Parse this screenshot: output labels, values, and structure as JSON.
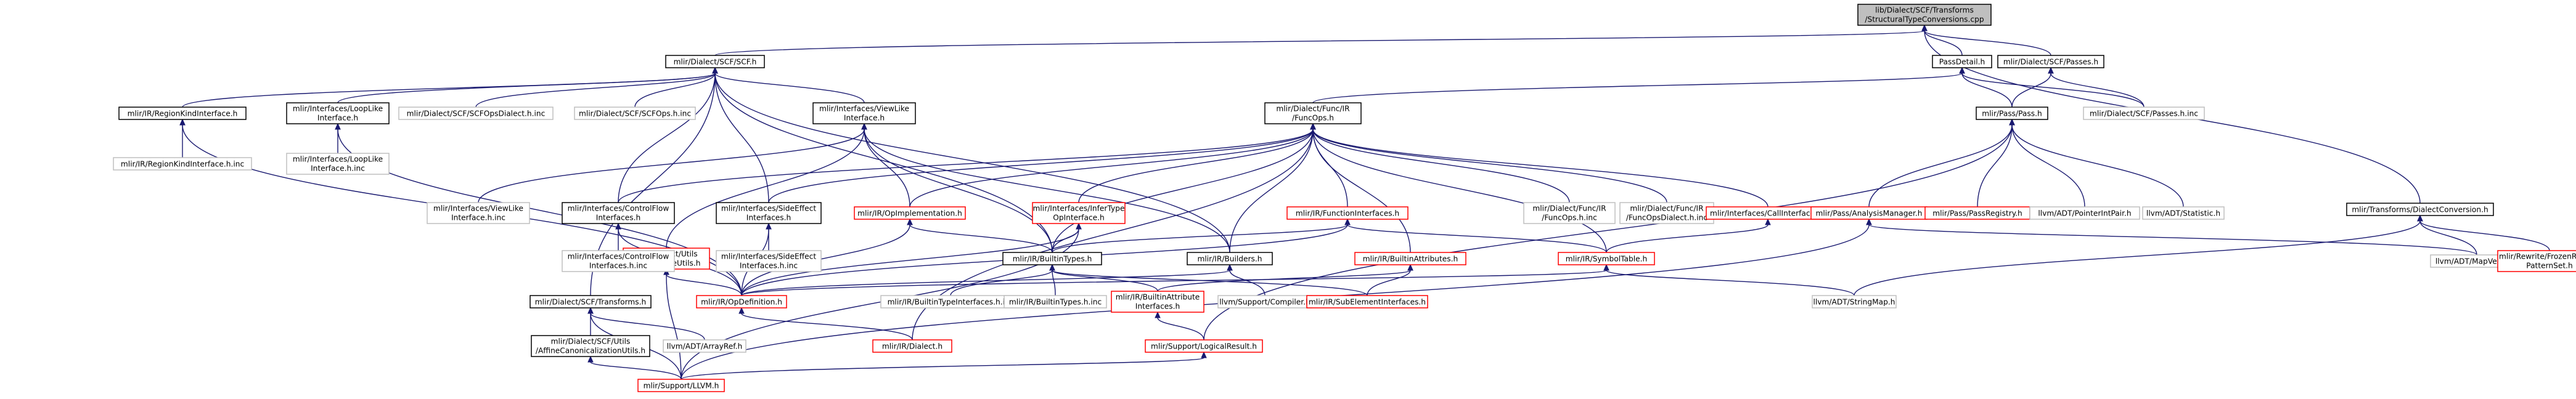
{
  "colors": {
    "edge": "#191970",
    "red_border": "#ff0000",
    "grey_border": "#bfbfbf",
    "root_fill": "#bfbfbf"
  },
  "nodes": [
    {
      "id": "root",
      "kind": "root",
      "lines": [
        "lib/Dialect/SCF/Transforms",
        "/StructuralTypeConversions.cpp"
      ]
    },
    {
      "id": "scf",
      "kind": "normal",
      "lines": [
        "mlir/Dialect/SCF/SCF.h"
      ]
    },
    {
      "id": "passdetail",
      "kind": "normal",
      "lines": [
        "PassDetail.h"
      ]
    },
    {
      "id": "scfpasses",
      "kind": "normal",
      "lines": [
        "mlir/Dialect/SCF/Passes.h"
      ]
    },
    {
      "id": "transformsdc",
      "kind": "normal",
      "lines": [
        "mlir/Transforms/DialectConversion.h"
      ]
    },
    {
      "id": "regionkind",
      "kind": "normal",
      "lines": [
        "mlir/IR/RegionKindInterface.h"
      ]
    },
    {
      "id": "looplike",
      "kind": "normal",
      "lines": [
        "mlir/Interfaces/LoopLike",
        "Interface.h"
      ]
    },
    {
      "id": "scfopsdialectinc",
      "kind": "grey",
      "lines": [
        "mlir/Dialect/SCF/SCFOpsDialect.h.inc"
      ]
    },
    {
      "id": "scfopsinc",
      "kind": "grey",
      "lines": [
        "mlir/Dialect/SCF/SCFOps.h.inc"
      ]
    },
    {
      "id": "viewlike",
      "kind": "normal",
      "lines": [
        "mlir/Interfaces/ViewLike",
        "Interface.h"
      ]
    },
    {
      "id": "funcops",
      "kind": "normal",
      "lines": [
        "mlir/Dialect/Func/IR",
        "/FuncOps.h"
      ]
    },
    {
      "id": "passpass",
      "kind": "normal",
      "lines": [
        "mlir/Pass/Pass.h"
      ]
    },
    {
      "id": "scfpassesinc",
      "kind": "grey",
      "lines": [
        "mlir/Dialect/SCF/Passes.h.inc"
      ]
    },
    {
      "id": "regionkindinc",
      "kind": "grey",
      "lines": [
        "mlir/IR/RegionKindInterface.h.inc"
      ]
    },
    {
      "id": "looplikeinc",
      "kind": "grey",
      "lines": [
        "mlir/Interfaces/LoopLike",
        "Interface.h.inc"
      ]
    },
    {
      "id": "staticvalue",
      "kind": "red",
      "lines": [
        "mlir/Dialect/Utils",
        "/StaticValueUtils.h"
      ]
    },
    {
      "id": "viewlikeinc",
      "kind": "grey",
      "lines": [
        "mlir/Interfaces/ViewLike",
        "Interface.h.inc"
      ]
    },
    {
      "id": "controlflow",
      "kind": "normal",
      "lines": [
        "mlir/Interfaces/ControlFlow",
        "Interfaces.h"
      ]
    },
    {
      "id": "sideeffect",
      "kind": "normal",
      "lines": [
        "mlir/Interfaces/SideEffect",
        "Interfaces.h"
      ]
    },
    {
      "id": "opimpl",
      "kind": "red",
      "lines": [
        "mlir/IR/OpImplementation.h"
      ]
    },
    {
      "id": "infertype",
      "kind": "red",
      "lines": [
        "mlir/Interfaces/InferType",
        "OpInterface.h"
      ]
    },
    {
      "id": "funcinterfaces",
      "kind": "red",
      "lines": [
        "mlir/IR/FunctionInterfaces.h"
      ]
    },
    {
      "id": "builtinattrs",
      "kind": "red",
      "lines": [
        "mlir/IR/BuiltinAttributes.h"
      ]
    },
    {
      "id": "funcopsinc",
      "kind": "grey",
      "lines": [
        "mlir/Dialect/Func/IR",
        "/FuncOps.h.inc"
      ]
    },
    {
      "id": "funcopsdialectinc",
      "kind": "grey",
      "lines": [
        "mlir/Dialect/Func/IR",
        "/FuncOpsDialect.h.inc"
      ]
    },
    {
      "id": "callinterfaces",
      "kind": "red",
      "lines": [
        "mlir/Interfaces/CallInterfaces.h"
      ]
    },
    {
      "id": "analysismgr",
      "kind": "red",
      "lines": [
        "mlir/Pass/AnalysisManager.h"
      ]
    },
    {
      "id": "passregistry",
      "kind": "red",
      "lines": [
        "mlir/Pass/PassRegistry.h"
      ]
    },
    {
      "id": "pointerintpair",
      "kind": "grey",
      "lines": [
        "llvm/ADT/PointerIntPair.h"
      ]
    },
    {
      "id": "statistic",
      "kind": "grey",
      "lines": [
        "llvm/ADT/Statistic.h"
      ]
    },
    {
      "id": "controlflowinc",
      "kind": "grey",
      "lines": [
        "mlir/Interfaces/ControlFlow",
        "Interfaces.h.inc"
      ]
    },
    {
      "id": "sideeffectinc",
      "kind": "grey",
      "lines": [
        "mlir/Interfaces/SideEffect",
        "Interfaces.h.inc"
      ]
    },
    {
      "id": "builtintypes",
      "kind": "normal",
      "lines": [
        "mlir/IR/BuiltinTypes.h"
      ]
    },
    {
      "id": "builders",
      "kind": "normal",
      "lines": [
        "mlir/IR/Builders.h"
      ]
    },
    {
      "id": "symboltable",
      "kind": "red",
      "lines": [
        "mlir/IR/SymbolTable.h"
      ]
    },
    {
      "id": "mapvector",
      "kind": "grey",
      "lines": [
        "llvm/ADT/MapVector.h"
      ]
    },
    {
      "id": "frozenrewrite",
      "kind": "red",
      "lines": [
        "mlir/Rewrite/FrozenRewrite",
        "PatternSet.h"
      ]
    },
    {
      "id": "scftransforms",
      "kind": "normal",
      "lines": [
        "mlir/Dialect/SCF/Transforms.h"
      ]
    },
    {
      "id": "opdefinition",
      "kind": "red",
      "lines": [
        "mlir/IR/OpDefinition.h"
      ]
    },
    {
      "id": "builtintypeinterfacesinc",
      "kind": "grey",
      "lines": [
        "mlir/IR/BuiltinTypeInterfaces.h.inc"
      ]
    },
    {
      "id": "builtintypesinc",
      "kind": "grey",
      "lines": [
        "mlir/IR/BuiltinTypes.h.inc"
      ]
    },
    {
      "id": "builtinattrinterfaces",
      "kind": "red",
      "lines": [
        "mlir/IR/BuiltinAttribute",
        "Interfaces.h"
      ]
    },
    {
      "id": "compiler",
      "kind": "grey",
      "lines": [
        "llvm/Support/Compiler.h"
      ]
    },
    {
      "id": "subelement",
      "kind": "red",
      "lines": [
        "mlir/IR/SubElementInterfaces.h"
      ]
    },
    {
      "id": "stringmap",
      "kind": "grey",
      "lines": [
        "llvm/ADT/StringMap.h"
      ]
    },
    {
      "id": "affinecanon",
      "kind": "normal",
      "lines": [
        "mlir/Dialect/SCF/Utils",
        "/AffineCanonicalizationUtils.h"
      ]
    },
    {
      "id": "arrayref",
      "kind": "grey",
      "lines": [
        "llvm/ADT/ArrayRef.h"
      ]
    },
    {
      "id": "irdialect",
      "kind": "red",
      "lines": [
        "mlir/IR/Dialect.h"
      ]
    },
    {
      "id": "logicalresult",
      "kind": "red",
      "lines": [
        "mlir/Support/LogicalResult.h"
      ]
    },
    {
      "id": "supportllvm",
      "kind": "red",
      "lines": [
        "mlir/Support/LLVM.h"
      ]
    }
  ],
  "edges": [
    [
      "root",
      "scf"
    ],
    [
      "root",
      "passdetail"
    ],
    [
      "root",
      "scfpasses"
    ],
    [
      "root",
      "transformsdc"
    ],
    [
      "scf",
      "regionkind"
    ],
    [
      "scf",
      "looplike"
    ],
    [
      "scf",
      "scfopsdialectinc"
    ],
    [
      "scf",
      "scfopsinc"
    ],
    [
      "scf",
      "viewlike"
    ],
    [
      "scf",
      "controlflow"
    ],
    [
      "scf",
      "sideeffect"
    ],
    [
      "scf",
      "builders"
    ],
    [
      "scf",
      "builtintypes"
    ],
    [
      "scf",
      "scftransforms"
    ],
    [
      "passdetail",
      "funcops"
    ],
    [
      "passdetail",
      "passpass"
    ],
    [
      "passdetail",
      "scfpassesinc"
    ],
    [
      "scfpasses",
      "passpass"
    ],
    [
      "scfpasses",
      "scfpassesinc"
    ],
    [
      "transformsdc",
      "frozenrewrite"
    ],
    [
      "transformsdc",
      "mapvector"
    ],
    [
      "transformsdc",
      "stringmap"
    ],
    [
      "regionkind",
      "regionkindinc"
    ],
    [
      "regionkind",
      "opdefinition"
    ],
    [
      "looplike",
      "looplikeinc"
    ],
    [
      "looplike",
      "opdefinition"
    ],
    [
      "viewlike",
      "viewlikeinc"
    ],
    [
      "viewlike",
      "staticvalue"
    ],
    [
      "viewlike",
      "opimpl"
    ],
    [
      "viewlike",
      "builtintypes"
    ],
    [
      "viewlike",
      "builders"
    ],
    [
      "funcops",
      "controlflow"
    ],
    [
      "funcops",
      "sideeffect"
    ],
    [
      "funcops",
      "opimpl"
    ],
    [
      "funcops",
      "infertype"
    ],
    [
      "funcops",
      "funcinterfaces"
    ],
    [
      "funcops",
      "builtinattrs"
    ],
    [
      "funcops",
      "funcopsinc"
    ],
    [
      "funcops",
      "funcopsdialectinc"
    ],
    [
      "funcops",
      "callinterfaces"
    ],
    [
      "funcops",
      "builtintypes"
    ],
    [
      "funcops",
      "builders"
    ],
    [
      "funcops",
      "symboltable"
    ],
    [
      "funcops",
      "irdialect"
    ],
    [
      "passpass",
      "analysismgr"
    ],
    [
      "passpass",
      "passregistry"
    ],
    [
      "passpass",
      "pointerintpair"
    ],
    [
      "passpass",
      "statistic"
    ],
    [
      "passpass",
      "logicalresult"
    ],
    [
      "staticvalue",
      "opdefinition"
    ],
    [
      "staticvalue",
      "supportllvm"
    ],
    [
      "controlflow",
      "controlflowinc"
    ],
    [
      "controlflow",
      "opdefinition"
    ],
    [
      "sideeffect",
      "sideeffectinc"
    ],
    [
      "sideeffect",
      "opdefinition"
    ],
    [
      "opimpl",
      "builtintypes"
    ],
    [
      "opimpl",
      "opdefinition"
    ],
    [
      "infertype",
      "builtintypes"
    ],
    [
      "infertype",
      "opdefinition"
    ],
    [
      "infertype",
      "supportllvm"
    ],
    [
      "funcinterfaces",
      "builtintypes"
    ],
    [
      "funcinterfaces",
      "opdefinition"
    ],
    [
      "funcinterfaces",
      "symboltable"
    ],
    [
      "builtinattrs",
      "builtinattrinterfaces"
    ],
    [
      "builtinattrs",
      "subelement"
    ],
    [
      "callinterfaces",
      "symboltable"
    ],
    [
      "analysismgr",
      "mapvector"
    ],
    [
      "analysismgr",
      "supportllvm"
    ],
    [
      "builtintypes",
      "builtintypeinterfacesinc"
    ],
    [
      "builtintypes",
      "builtintypesinc"
    ],
    [
      "builtintypes",
      "builtinattrinterfaces"
    ],
    [
      "builtintypes",
      "subelement"
    ],
    [
      "builders",
      "opdefinition"
    ],
    [
      "builders",
      "compiler"
    ],
    [
      "symboltable",
      "opdefinition"
    ],
    [
      "symboltable",
      "stringmap"
    ],
    [
      "scftransforms",
      "affinecanon"
    ],
    [
      "scftransforms",
      "arrayref"
    ],
    [
      "scftransforms",
      "supportllvm"
    ],
    [
      "opdefinition",
      "irdialect"
    ],
    [
      "builtinattrinterfaces",
      "logicalresult"
    ],
    [
      "affinecanon",
      "supportllvm"
    ],
    [
      "logicalresult",
      "supportllvm"
    ]
  ]
}
